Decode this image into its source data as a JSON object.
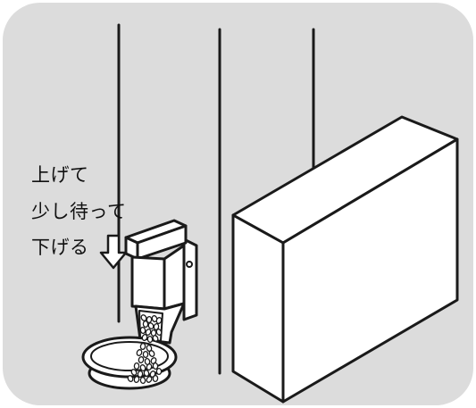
{
  "instruction": {
    "lines": [
      "上げて",
      "少し待って",
      "下げる"
    ]
  },
  "colors": {
    "panel": "#dcdcdc",
    "outline": "#1a1a1a",
    "fill": "#ffffff",
    "background": "#ffffff"
  },
  "icons": {
    "arrow": "down-arrow-icon"
  }
}
